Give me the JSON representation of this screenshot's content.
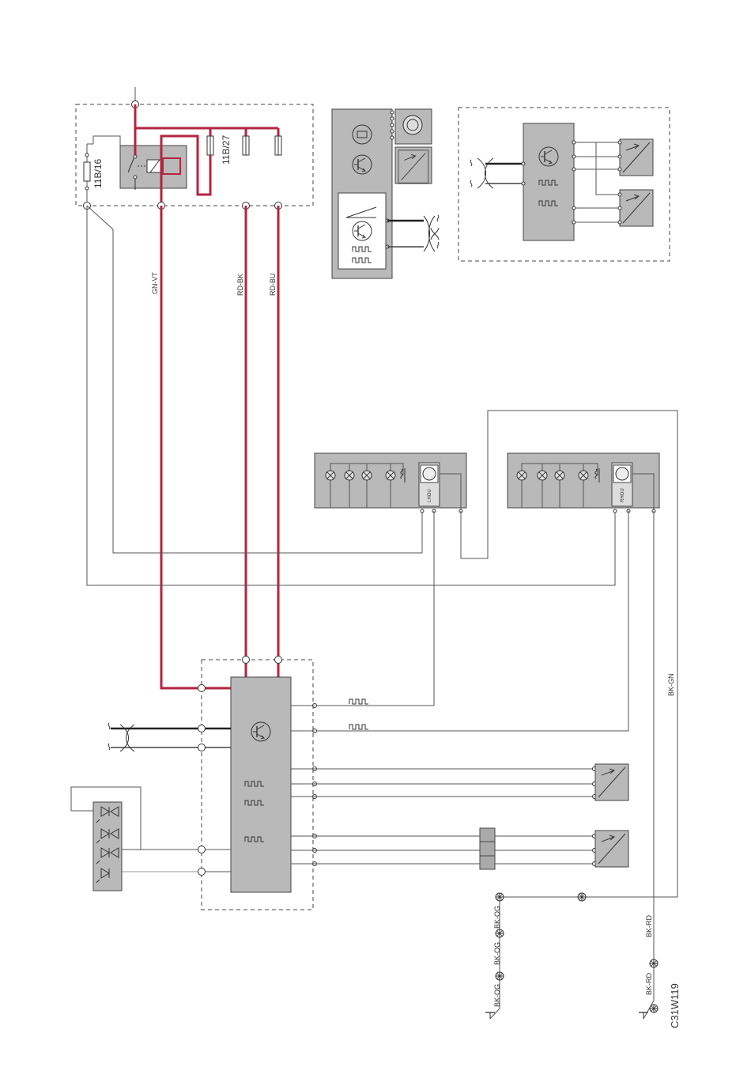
{
  "diagram_code": "C31W119",
  "fuses": {
    "fuse_a": "11B/16",
    "fuse_b": "11B/27"
  },
  "wire_colors": {
    "gn_vt": "GN-VT",
    "rd_bk": "RD-BK",
    "rd_bu": "RD-BU",
    "bk_gn": "BK-GN",
    "bk_og_1": "BK-OG",
    "bk_og_2": "BK-OG",
    "bk_og_3": "BK-OG",
    "bk_rd_1": "BK-RD",
    "bk_rd_2": "BK-RD"
  },
  "lamp_units": {
    "left_tag": "LHOU",
    "right_tag": "RHOU"
  },
  "colors": {
    "power_wire": "#b3253f",
    "component_fill": "#b9b9b9",
    "line": "#555555"
  }
}
